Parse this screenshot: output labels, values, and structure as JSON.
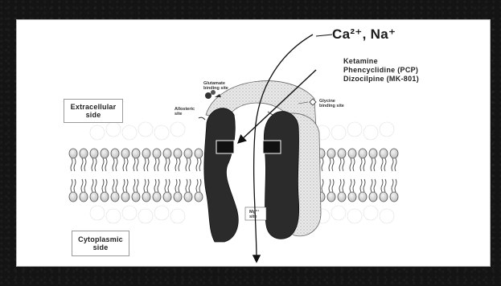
{
  "ion_label": "Ca²⁺, Na⁺",
  "drugs": [
    "Ketamine",
    "Phencyclidine (PCP)",
    "Dizocilpine (MK-801)"
  ],
  "compartments": {
    "extracellular": [
      "Extracellular",
      "side"
    ],
    "cytoplasmic": [
      "Cytoplasmic",
      "side"
    ]
  },
  "sites": {
    "glutamate": [
      "Glutamate",
      "binding site"
    ],
    "allosteric": [
      "Allosteric",
      "site"
    ],
    "glycine": [
      "Glycine",
      "binding site"
    ],
    "mg": [
      "Mg²⁺",
      "site"
    ]
  },
  "colors": {
    "channel": "#2b2b2b",
    "membrane_stroke": "#555555",
    "frame": "#141414",
    "slide": "#ffffff"
  }
}
